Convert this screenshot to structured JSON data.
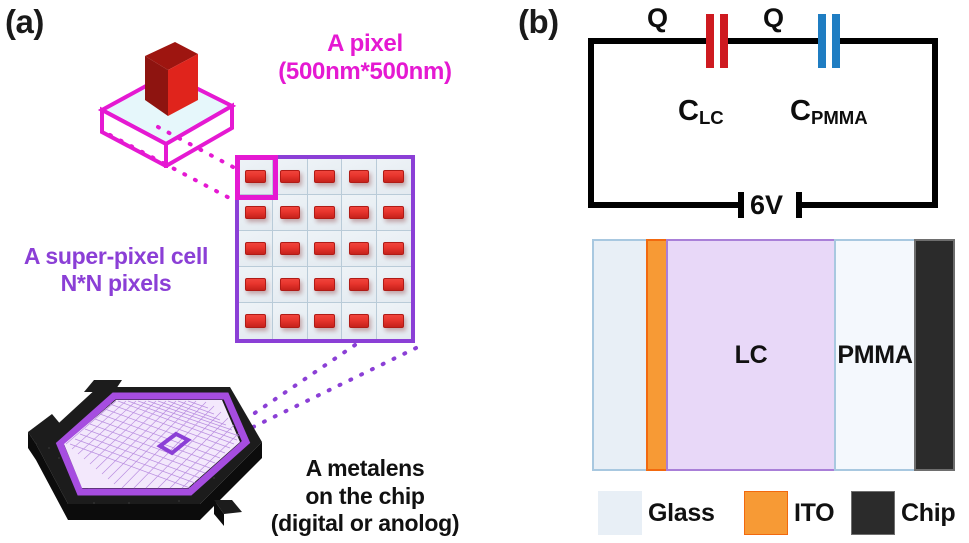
{
  "figure": {
    "panel_a_label": "(a)",
    "panel_b_label": "(b)"
  },
  "panel_a": {
    "pixel_caption_line1": "A pixel",
    "pixel_caption_line2": "(500nm*500nm)",
    "superpixel_caption_line1": "A super-pixel cell",
    "superpixel_caption_line2": "N*N pixels",
    "metalens_caption_line1": "A metalens",
    "metalens_caption_line2": "on the chip",
    "metalens_caption_line3": "(digital or anolog)",
    "grid": {
      "rows": 5,
      "cols": 5,
      "cell_count": 25,
      "highlight_cell_index": 0
    },
    "colors": {
      "pixel_magenta": "#E519D2",
      "superpixel_purple": "#8B3FD6",
      "nanostructure_red": "#E7342C",
      "cell_background": "#e9eef3",
      "chip_black": "#111111"
    }
  },
  "panel_b": {
    "circuit": {
      "charge_label_left": "Q",
      "charge_label_right": "Q",
      "capacitor_left_label": "C",
      "capacitor_left_subscript": "LC",
      "capacitor_right_label": "C",
      "capacitor_right_subscript": "PMMA",
      "voltage_label": "6V",
      "capacitor_left_color": "#CE1A20",
      "capacitor_right_color": "#1F7DC2",
      "wire_color": "#000000"
    },
    "stack": {
      "layers": [
        {
          "name": "glass-left",
          "label": "",
          "color": "#e8eff6",
          "border": "#a8c8e0"
        },
        {
          "name": "ito",
          "label": "",
          "color": "#F79A35",
          "border": "#F2690E"
        },
        {
          "name": "lc",
          "label": "LC",
          "color": "#E8D8F8",
          "border": "#A97FD8"
        },
        {
          "name": "pmma",
          "label": "PMMA",
          "color": "#F4F8FD",
          "border": "#a8c8e0"
        },
        {
          "name": "chip",
          "label": "",
          "color": "#2B2B2B",
          "border": "#6e6e6e"
        }
      ]
    },
    "legend": [
      {
        "label": "Glass",
        "color": "#E8EFF6",
        "border": "#E8EFF6"
      },
      {
        "label": "ITO",
        "color": "#F79A35",
        "border": "#F2690E"
      },
      {
        "label": "Chip",
        "color": "#2B2B2B",
        "border": "#6e6e6e"
      }
    ]
  }
}
